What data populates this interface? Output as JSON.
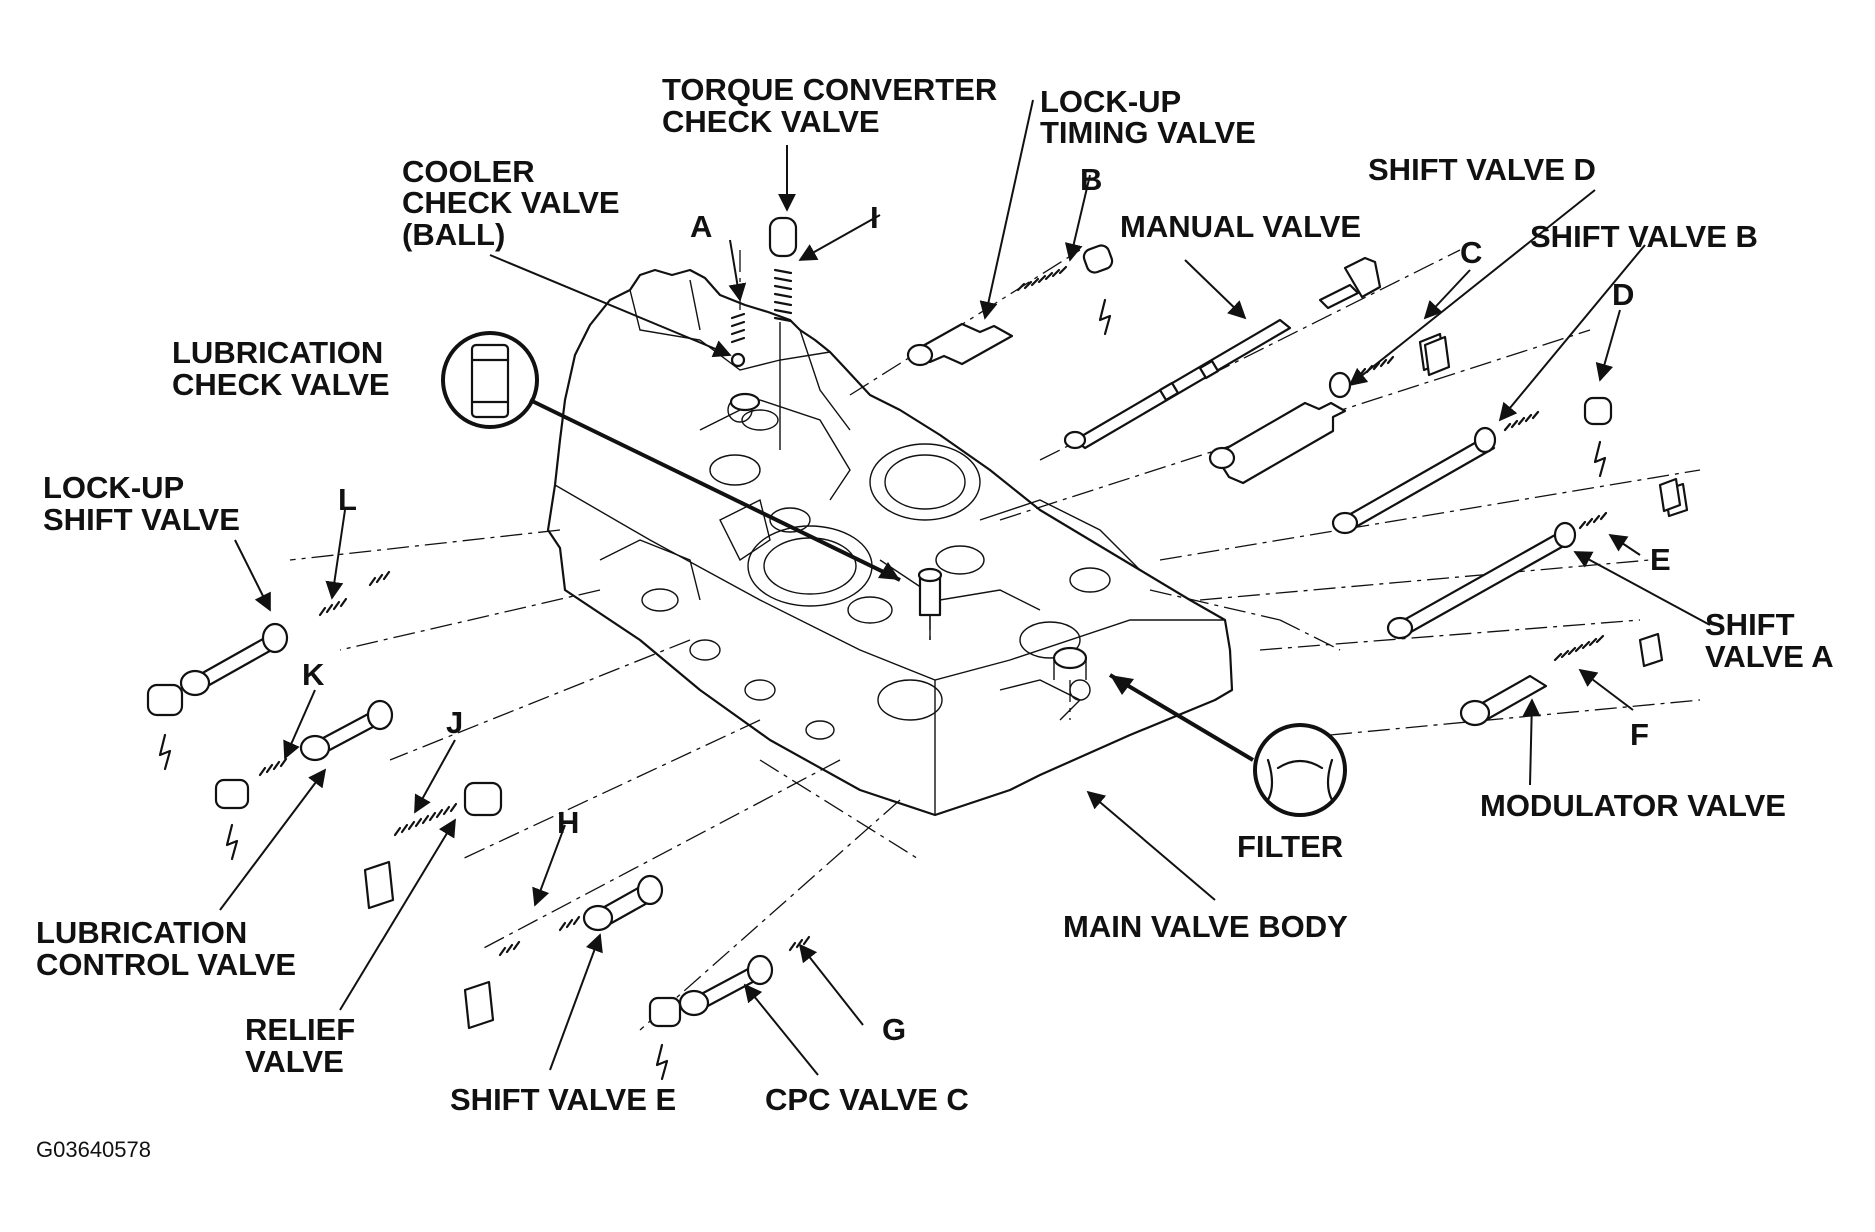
{
  "labels": {
    "torque_converter": [
      "TORQUE CONVERTER",
      "CHECK VALVE"
    ],
    "lockup_timing": [
      "LOCK-UP",
      "TIMING VALVE"
    ],
    "cooler_check": [
      "COOLER",
      "CHECK VALVE",
      "(BALL)"
    ],
    "shift_valve_d": "SHIFT VALVE D",
    "manual_valve": "MANUAL VALVE",
    "shift_valve_b": "SHIFT VALVE B",
    "lubrication_check": [
      "LUBRICATION",
      "CHECK VALVE"
    ],
    "lockup_shift": [
      "LOCK-UP",
      "SHIFT VALVE"
    ],
    "shift_valve_a": [
      "SHIFT",
      "VALVE A"
    ],
    "modulator_valve": "MODULATOR VALVE",
    "filter": "FILTER",
    "main_valve_body": "MAIN VALVE BODY",
    "lubrication_control": [
      "LUBRICATION",
      "CONTROL VALVE"
    ],
    "relief_valve": [
      "RELIEF",
      "VALVE"
    ],
    "shift_valve_e": "SHIFT VALVE E",
    "cpc_valve_c": "CPC VALVE C"
  },
  "letters": {
    "a": "A",
    "b": "B",
    "c": "C",
    "d": "D",
    "e": "E",
    "f": "F",
    "g": "G",
    "h": "H",
    "i": "I",
    "j": "J",
    "k": "K",
    "l": "L"
  },
  "figure_id": "G03640578"
}
